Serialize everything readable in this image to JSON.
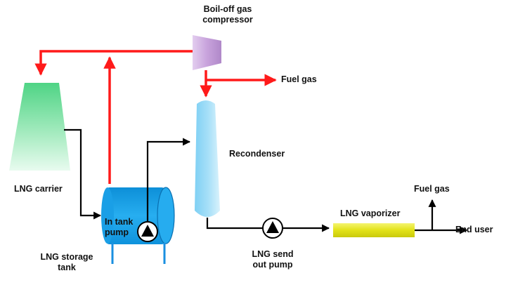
{
  "labels": {
    "boil_off_compressor": [
      "Boil-off gas",
      "compressor"
    ],
    "fuel_gas_top": "Fuel gas",
    "recondenser": "Recondenser",
    "lng_carrier": "LNG carrier",
    "in_tank_pump": [
      "In tank",
      "pump"
    ],
    "lng_storage_tank": [
      "LNG storage",
      "tank"
    ],
    "lng_send_out_pump": [
      "LNG send",
      "out pump"
    ],
    "lng_vaporizer": "LNG vaporizer",
    "fuel_gas_right": "Fuel gas",
    "end_user": "End user"
  },
  "colors": {
    "gas_line": "#ff1a1a",
    "liquid_line": "#000000",
    "carrier": "#5fd98f",
    "compressor": "#c9a6dc",
    "recondenser": "#8fd6f5",
    "tank": "#1fa6e8",
    "vaporizer": "#e6e619"
  }
}
